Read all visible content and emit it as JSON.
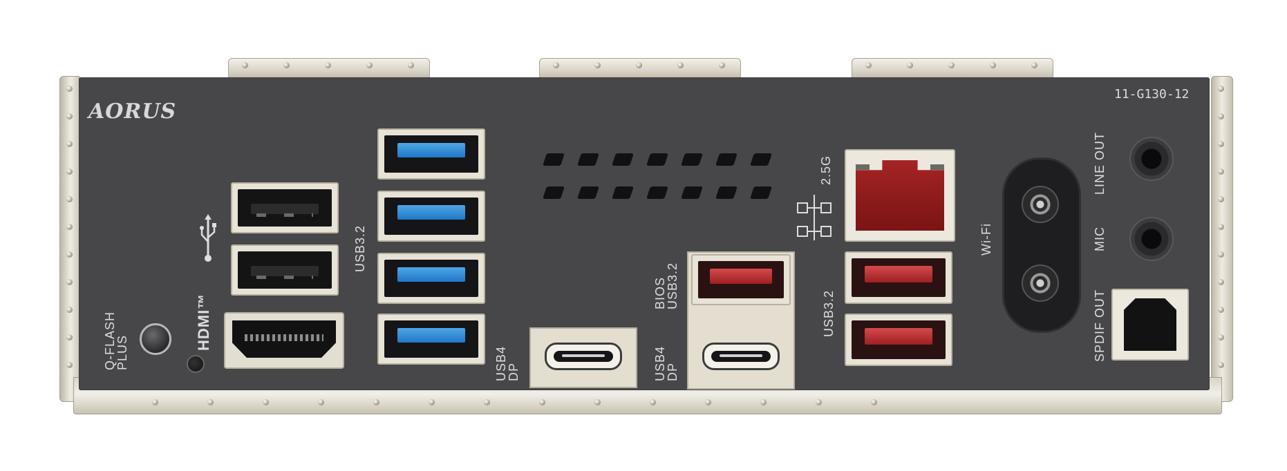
{
  "brand": {
    "logo": "AORUS",
    "part_number": "11-G130-12"
  },
  "labels": {
    "usb32_left": "USB3.2",
    "hdmi": "HDMI™",
    "qflash": "Q-FLASH\nPLUS",
    "usb4_dp_1": "USB4\nDP",
    "usb4_dp_2": "USB4\nDP",
    "bios_usb32": "BIOS\nUSB3.2",
    "lan": "2.5G",
    "usb32_right": "USB3.2",
    "wifi": "Wi-Fi",
    "line_out": "LINE OUT",
    "mic": "MIC",
    "spdif_out": "SPDIF OUT"
  },
  "icons": {
    "usb": "usb-trident-icon",
    "network": "network-icon"
  },
  "colors": {
    "panel": "#47474a",
    "usb32_blue": "#2a86d6",
    "usb_red": "#b3282b",
    "lan_red": "#9b1c1c"
  }
}
